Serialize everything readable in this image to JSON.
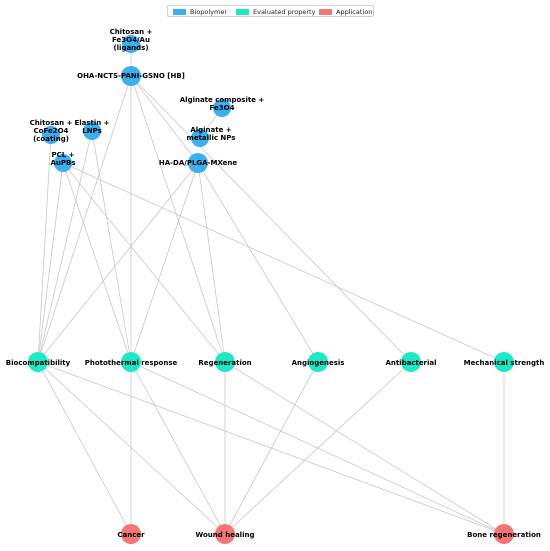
{
  "legend": [
    {
      "label": "Biopolymer",
      "color": "#3ab0f0"
    },
    {
      "label": "Evaluated property",
      "color": "#1de9c6"
    },
    {
      "label": "Application",
      "color": "#f37676"
    }
  ],
  "nodes": [
    {
      "id": "chitosan-fe3o4-au",
      "group": "biopolymer",
      "lines": [
        "Chitosan +",
        "Fe3O4/Au",
        "(ligands)"
      ]
    },
    {
      "id": "oha-ncts",
      "group": "biopolymer",
      "lines": [
        "OHA-NCTS-PANI-GSNO [HB]"
      ]
    },
    {
      "id": "alginate-composite",
      "group": "biopolymer",
      "lines": [
        "Alginate composite +",
        "Fe3O4"
      ]
    },
    {
      "id": "elastin",
      "group": "biopolymer",
      "lines": [
        "Elastin +",
        "LNPs"
      ]
    },
    {
      "id": "chitosan-cofe2o4",
      "group": "biopolymer",
      "lines": [
        "Chitosan +",
        "CoFe2O4",
        "(coating)"
      ]
    },
    {
      "id": "alginate-metallic",
      "group": "biopolymer",
      "lines": [
        "Alginate +",
        "metallic NPs"
      ]
    },
    {
      "id": "pcl",
      "group": "biopolymer",
      "lines": [
        "PCL +",
        "AuPBs"
      ]
    },
    {
      "id": "ha-da",
      "group": "biopolymer",
      "lines": [
        "HA-DA/PLGA-MXene"
      ]
    },
    {
      "id": "biocompatibility",
      "group": "property",
      "lines": [
        "Biocompatibility"
      ]
    },
    {
      "id": "photothermal",
      "group": "property",
      "lines": [
        "Photothermal response"
      ]
    },
    {
      "id": "regeneration",
      "group": "property",
      "lines": [
        "Regeneration"
      ]
    },
    {
      "id": "angiogenesis",
      "group": "property",
      "lines": [
        "Angiogenesis"
      ]
    },
    {
      "id": "antibacterial",
      "group": "property",
      "lines": [
        "Antibacterial"
      ]
    },
    {
      "id": "mechanical",
      "group": "property",
      "lines": [
        "Mechanical strength"
      ]
    },
    {
      "id": "cancer",
      "group": "application",
      "lines": [
        "Cancer"
      ]
    },
    {
      "id": "wound-healing",
      "group": "application",
      "lines": [
        "Wound healing"
      ]
    },
    {
      "id": "bone-regeneration",
      "group": "application",
      "lines": [
        "Bone regeneration"
      ]
    }
  ],
  "edges": [
    [
      "chitosan-fe3o4-au",
      "oha-ncts"
    ],
    [
      "oha-ncts",
      "biocompatibility"
    ],
    [
      "oha-ncts",
      "photothermal"
    ],
    [
      "oha-ncts",
      "regeneration"
    ],
    [
      "oha-ncts",
      "antibacterial"
    ],
    [
      "oha-ncts",
      "ha-da"
    ],
    [
      "elastin",
      "biocompatibility"
    ],
    [
      "elastin",
      "photothermal"
    ],
    [
      "chitosan-cofe2o4",
      "biocompatibility"
    ],
    [
      "pcl",
      "biocompatibility"
    ],
    [
      "pcl",
      "photothermal"
    ],
    [
      "pcl",
      "regeneration"
    ],
    [
      "pcl",
      "mechanical"
    ],
    [
      "ha-da",
      "biocompatibility"
    ],
    [
      "ha-da",
      "photothermal"
    ],
    [
      "ha-da",
      "regeneration"
    ],
    [
      "ha-da",
      "angiogenesis"
    ],
    [
      "alginate-composite",
      "alginate-metallic"
    ],
    [
      "biocompatibility",
      "cancer"
    ],
    [
      "biocompatibility",
      "wound-healing"
    ],
    [
      "biocompatibility",
      "bone-regeneration"
    ],
    [
      "photothermal",
      "cancer"
    ],
    [
      "photothermal",
      "wound-healing"
    ],
    [
      "photothermal",
      "bone-regeneration"
    ],
    [
      "regeneration",
      "wound-healing"
    ],
    [
      "regeneration",
      "bone-regeneration"
    ],
    [
      "angiogenesis",
      "wound-healing"
    ],
    [
      "antibacterial",
      "wound-healing"
    ],
    [
      "mechanical",
      "bone-regeneration"
    ]
  ]
}
